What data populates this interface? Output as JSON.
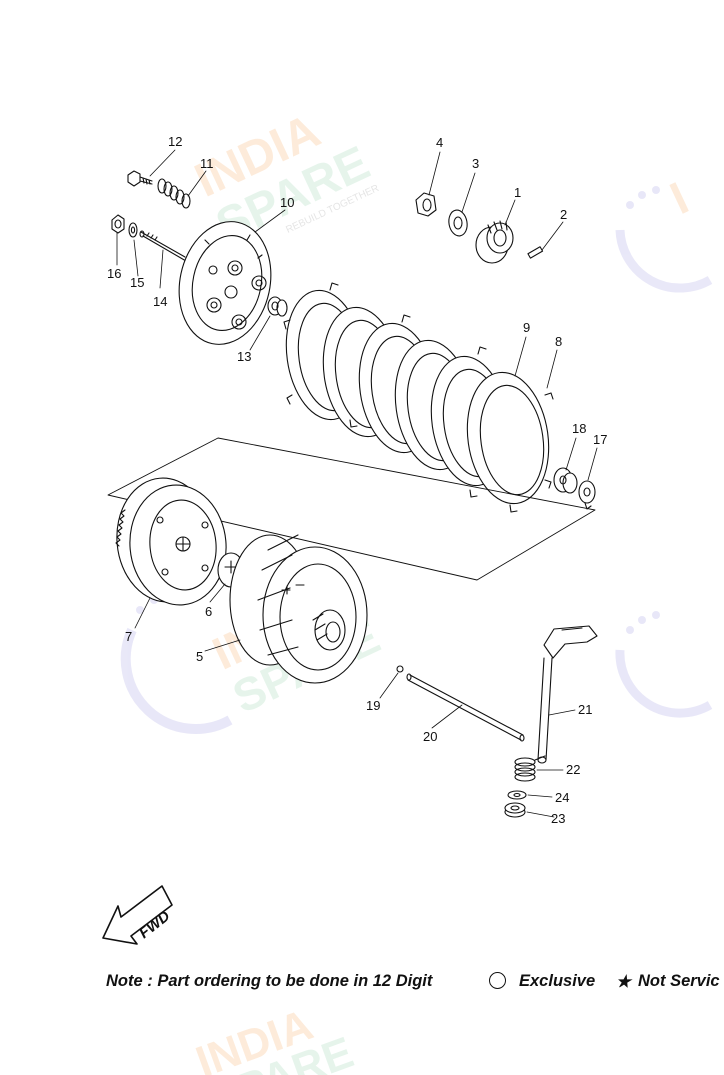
{
  "watermark": {
    "line1": "INDIA",
    "line2": "SPARE",
    "tagline": "REBUILD TOGETHER",
    "accent_orange": "#f7a65a",
    "accent_green": "#8fd2a9",
    "accent_purple": "#9a96e0"
  },
  "direction_marker": {
    "label": "FWD"
  },
  "callouts": [
    {
      "num": "1"
    },
    {
      "num": "2"
    },
    {
      "num": "3"
    },
    {
      "num": "4"
    },
    {
      "num": "5"
    },
    {
      "num": "6"
    },
    {
      "num": "7"
    },
    {
      "num": "8"
    },
    {
      "num": "9"
    },
    {
      "num": "10"
    },
    {
      "num": "11"
    },
    {
      "num": "12"
    },
    {
      "num": "13"
    },
    {
      "num": "14"
    },
    {
      "num": "15"
    },
    {
      "num": "16"
    },
    {
      "num": "17"
    },
    {
      "num": "18"
    },
    {
      "num": "19"
    },
    {
      "num": "20"
    },
    {
      "num": "21"
    },
    {
      "num": "22"
    },
    {
      "num": "23"
    },
    {
      "num": "24"
    }
  ],
  "note": {
    "text": "Note : Part ordering to be done in 12 Digit",
    "exclusive_label": "Exclusive",
    "star_symbol": "★",
    "not_serviceable_label": "Not Servic"
  }
}
